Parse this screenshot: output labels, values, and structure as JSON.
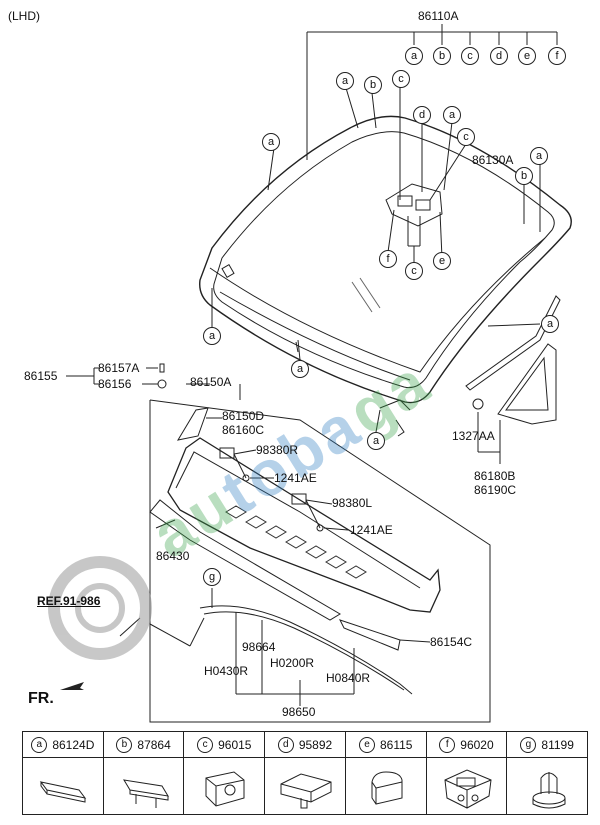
{
  "variant": "(LHD)",
  "parts": {
    "p86110A": "86110A",
    "p86130A": "86130A",
    "p86155": "86155",
    "p86157A": "86157A",
    "p86156": "86156",
    "p86150A": "86150A",
    "p86150D": "86150D",
    "p86160C": "86160C",
    "p98380R": "98380R",
    "p1241AE_a": "1241AE",
    "p98380L": "98380L",
    "p1241AE_b": "1241AE",
    "p86430": "86430",
    "p98664": "98664",
    "pH0430R": "H0430R",
    "pH0200R": "H0200R",
    "pH0840R": "H0840R",
    "p98650": "98650",
    "p86154C": "86154C",
    "p1327AA": "1327AA",
    "p86180B": "86180B",
    "p86190C": "86190C"
  },
  "reference": "REF.91-986",
  "direction": "FR.",
  "callout_letters": {
    "a": "a",
    "b": "b",
    "c": "c",
    "d": "d",
    "e": "e",
    "f": "f",
    "g": "g"
  },
  "legend": [
    {
      "letter": "a",
      "code": "86124D",
      "icon": "flat-pad-icon"
    },
    {
      "letter": "b",
      "code": "87864",
      "icon": "clip-plate-icon"
    },
    {
      "letter": "c",
      "code": "96015",
      "icon": "sensor-bracket-icon"
    },
    {
      "letter": "d",
      "code": "95892",
      "icon": "mount-bracket-icon"
    },
    {
      "letter": "e",
      "code": "86115",
      "icon": "rubber-block-icon"
    },
    {
      "letter": "f",
      "code": "96020",
      "icon": "sensor-module-icon"
    },
    {
      "letter": "g",
      "code": "81199",
      "icon": "push-clip-icon"
    }
  ],
  "colors": {
    "line": "#222222",
    "watermark_blue": "#2f7ec1",
    "watermark_green": "#3aa34a"
  }
}
